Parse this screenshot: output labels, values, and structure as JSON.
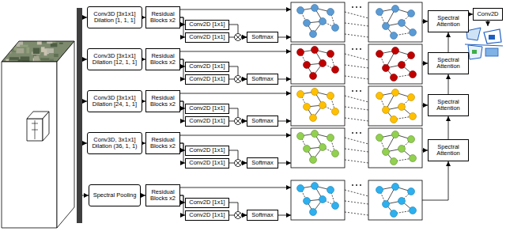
{
  "diagram": {
    "nodes": [
      {
        "text": [
          "Conv3D [3x1x1] Dilation [1, 1, 1]"
        ]
      },
      {
        "text": [
          "Residual Blocks x2"
        ]
      },
      {
        "text": [
          "Conv2D [1x1]"
        ]
      },
      {
        "text": [
          "Conv2D [1x1]"
        ]
      },
      {
        "text": [
          "Softmax"
        ]
      },
      {
        "text": [
          "Spectral Attention"
        ]
      },
      {
        "text": [
          "Conv3D [3x1x1] Dilation [12, 1, 1]"
        ]
      },
      {
        "text": [
          "Residual Blocks x2"
        ]
      },
      {
        "text": [
          "Conv2D [1x1]"
        ]
      },
      {
        "text": [
          "Conv2D [1x1]"
        ]
      },
      {
        "text": [
          "Softmax"
        ]
      },
      {
        "text": [
          "Spectral Attention"
        ]
      },
      {
        "text": [
          "Conv3D [3x1x1] Dilation [24, 1, 1]"
        ]
      },
      {
        "text": [
          "Residual Blocks x2"
        ]
      },
      {
        "text": [
          "Conv2D [1x1]"
        ]
      },
      {
        "text": [
          "Conv2D [1x1]"
        ]
      },
      {
        "text": [
          "Softmax"
        ]
      },
      {
        "text": [
          "Spectral Attention"
        ]
      },
      {
        "text": [
          "Conv3D, 3x1x1] Dilation (36, 1, 1)"
        ]
      },
      {
        "text": [
          "Residual Blocks x2"
        ]
      },
      {
        "text": [
          "Conv2D [1x1]"
        ]
      },
      {
        "text": [
          "Conv2D [1x1]"
        ]
      },
      {
        "text": [
          "Softmax"
        ]
      },
      {
        "text": [
          "Spectral Attention"
        ]
      },
      {
        "text": [
          "Spectral Pooling"
        ]
      },
      {
        "text": [
          "Residual Blocks x2"
        ]
      },
      {
        "text": [
          "Conv2D [1x1]"
        ]
      },
      {
        "text": [
          "Conv2D [1x1]"
        ]
      },
      {
        "text": [
          "Softmax"
        ]
      },
      {
        "text": [
          "Conv2D"
        ]
      }
    ],
    "edges": [
      {
        "from": 0,
        "to": 1,
        "arrow": "to"
      },
      {
        "from": 1,
        "to": 2,
        "arrow": "to"
      },
      {
        "from": 1,
        "to": 3,
        "arrow": "to"
      },
      {
        "from": 2,
        "to": 4,
        "arrow": "to"
      },
      {
        "from": 3,
        "to": 4,
        "arrow": "to"
      },
      {
        "from": 6,
        "to": 7,
        "arrow": "to"
      },
      {
        "from": 7,
        "to": 8,
        "arrow": "to"
      },
      {
        "from": 7,
        "to": 9,
        "arrow": "to"
      },
      {
        "from": 8,
        "to": 10,
        "arrow": "to"
      },
      {
        "from": 9,
        "to": 10,
        "arrow": "to"
      },
      {
        "from": 12,
        "to": 13,
        "arrow": "to"
      },
      {
        "from": 13,
        "to": 14,
        "arrow": "to"
      },
      {
        "from": 13,
        "to": 15,
        "arrow": "to"
      },
      {
        "from": 14,
        "to": 16,
        "arrow": "to"
      },
      {
        "from": 15,
        "to": 16,
        "arrow": "to"
      },
      {
        "from": 18,
        "to": 19,
        "arrow": "to"
      },
      {
        "from": 19,
        "to": 20,
        "arrow": "to"
      },
      {
        "from": 19,
        "to": 21,
        "arrow": "to"
      },
      {
        "from": 20,
        "to": 22,
        "arrow": "to"
      },
      {
        "from": 21,
        "to": 22,
        "arrow": "to"
      },
      {
        "from": 24,
        "to": 25,
        "arrow": "to"
      },
      {
        "from": 25,
        "to": 26,
        "arrow": "to"
      },
      {
        "from": 25,
        "to": 27,
        "arrow": "to"
      },
      {
        "from": 26,
        "to": 28,
        "arrow": "to"
      },
      {
        "from": 27,
        "to": 28,
        "arrow": "to"
      },
      {
        "from": 23,
        "to": 17,
        "arrow": "to"
      },
      {
        "from": 17,
        "to": 11,
        "arrow": "to"
      },
      {
        "from": 11,
        "to": 5,
        "arrow": "to"
      },
      {
        "from": 5,
        "to": 29,
        "arrow": "to"
      }
    ]
  }
}
